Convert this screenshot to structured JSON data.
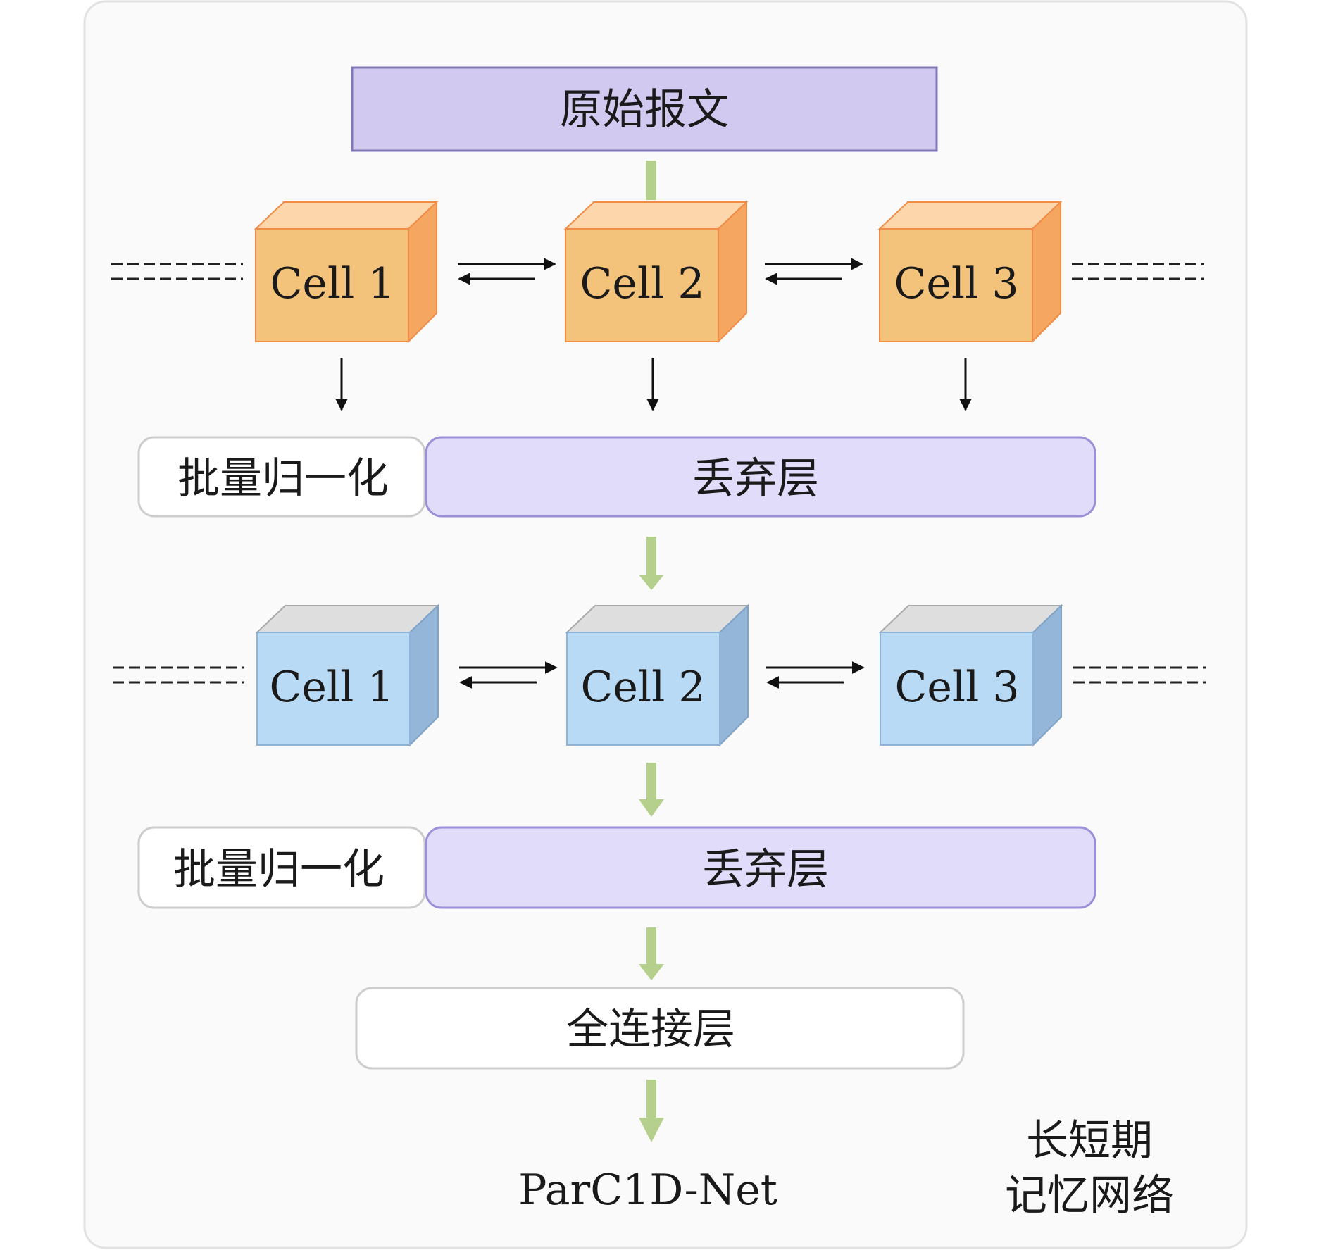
{
  "colors": {
    "panel_bg": "#fafafa",
    "panel_border": "#e2e2e2",
    "input_fill": "#d2c9f1",
    "input_stroke": "#8078b6",
    "orange_front": "#f3c37c",
    "orange_top": "#fdd6ac",
    "orange_side": "#f5a660",
    "orange_stroke": "#f08c46",
    "blue_front": "#b9daf5",
    "blue_top": "#dedede",
    "blue_side": "#94b6d9",
    "blue_stroke": "#8fb3d6",
    "lavender_fill": "#e1dcfa",
    "lavender_stroke": "#9b90d8",
    "white_box_fill": "#ffffff",
    "white_box_stroke": "#cdcdcd",
    "green_arrow": "#b5cf8c",
    "text": "#1a1a1a"
  },
  "input": {
    "label": "原始报文"
  },
  "lstm_layer_1": {
    "cells": [
      {
        "label": "Cell 1"
      },
      {
        "label": "Cell 2"
      },
      {
        "label": "Cell 3"
      }
    ]
  },
  "norm_row_1": {
    "batch_norm_label": "批量归一化",
    "dropout_label": "丢弃层"
  },
  "lstm_layer_2": {
    "cells": [
      {
        "label": "Cell 1"
      },
      {
        "label": "Cell 2"
      },
      {
        "label": "Cell 3"
      }
    ]
  },
  "norm_row_2": {
    "batch_norm_label": "批量归一化",
    "dropout_label": "丢弃层"
  },
  "dense": {
    "label": "全连接层"
  },
  "output": {
    "label": "ParC1D-Net"
  },
  "corner_note": {
    "line1": "长短期",
    "line2": "记忆网络"
  }
}
